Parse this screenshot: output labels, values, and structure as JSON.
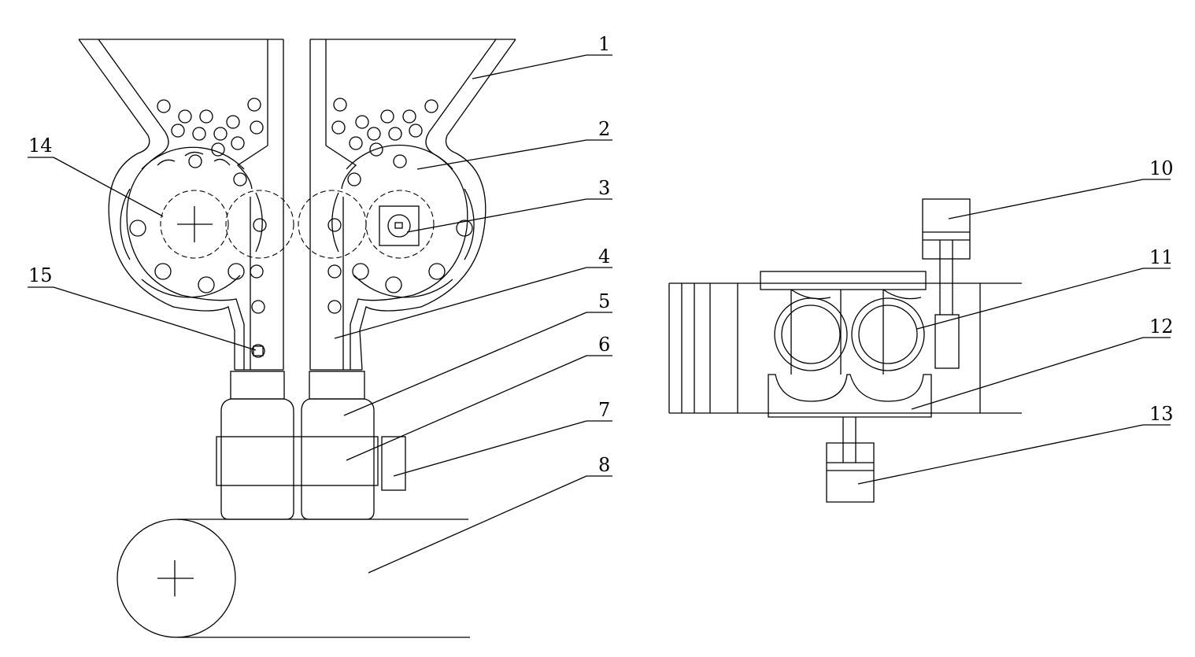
{
  "diagram": {
    "callouts": [
      {
        "id": "c1",
        "label": "1"
      },
      {
        "id": "c2",
        "label": "2"
      },
      {
        "id": "c3",
        "label": "3"
      },
      {
        "id": "c4",
        "label": "4"
      },
      {
        "id": "c5",
        "label": "5"
      },
      {
        "id": "c6",
        "label": "6"
      },
      {
        "id": "c7",
        "label": "7"
      },
      {
        "id": "c8",
        "label": "8"
      },
      {
        "id": "c10",
        "label": "10"
      },
      {
        "id": "c11",
        "label": "11"
      },
      {
        "id": "c12",
        "label": "12"
      },
      {
        "id": "c13",
        "label": "13"
      },
      {
        "id": "c14",
        "label": "14"
      },
      {
        "id": "c15",
        "label": "15"
      }
    ]
  }
}
